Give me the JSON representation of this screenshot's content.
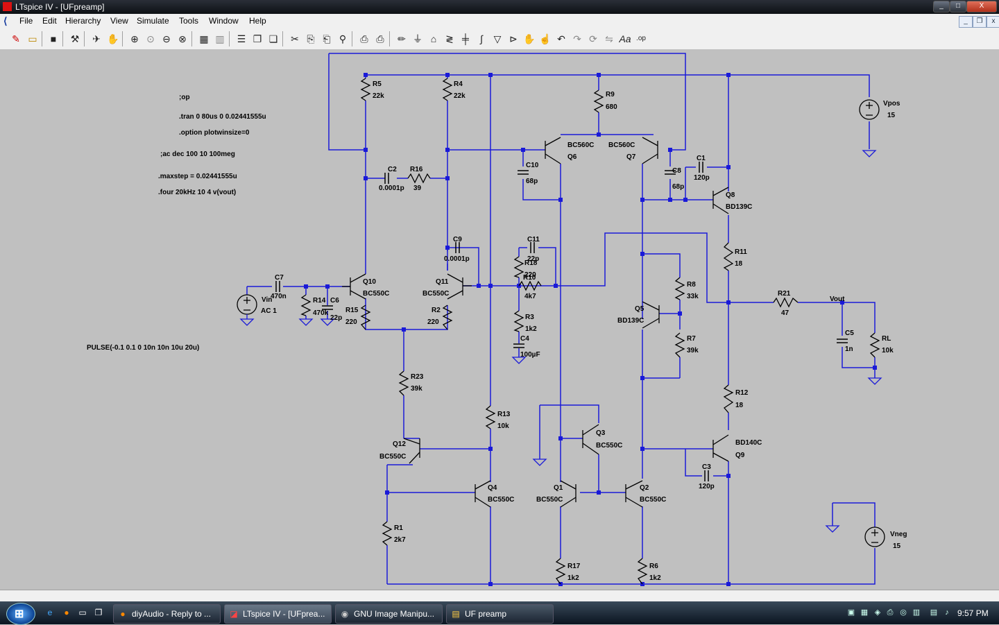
{
  "window": {
    "title": "LTspice IV - [UFpreamp]",
    "min": "_",
    "max": "□",
    "close": "X"
  },
  "menu": {
    "items": [
      "File",
      "Edit",
      "Hierarchy",
      "View",
      "Simulate",
      "Tools",
      "Window",
      "Help"
    ],
    "mdi_min": "_",
    "mdi_restore": "❐",
    "mdi_close": "x"
  },
  "toolbar": {
    "icons": [
      "new-schematic",
      "open",
      "save",
      "control-panel",
      "run",
      "pan",
      "zoom-in",
      "zoom-area",
      "zoom-out",
      "zoom-fit",
      "autorange",
      "dc-op",
      "tile-horizontal",
      "tile-vertical",
      "cascade",
      "cut",
      "copy",
      "paste",
      "find",
      "print-preview",
      "print",
      "draw-wire",
      "ground",
      "label-net",
      "resistor",
      "capacitor",
      "inductor",
      "diode",
      "component",
      "move",
      "drag",
      "undo",
      "redo",
      "rotate",
      "mirror",
      "text",
      "spice-directive"
    ]
  },
  "schematic": {
    "directives": [
      ";op",
      ".tran 0 80us 0 0.02441555u",
      ".option plotwinsize=0",
      ";ac dec 100 10 100meg",
      ".maxstep = 0.02441555u",
      ".four 20kHz 10 4 v(vout)",
      "PULSE(-0.1 0.1 0 10n 10n 10u 20u)"
    ],
    "labels": {
      "R5": "R5",
      "R5v": "22k",
      "R4": "R4",
      "R4v": "22k",
      "R9": "R9",
      "R9v": "680",
      "Vpos": "Vpos",
      "Vposv": "15",
      "BC560C_6": "BC560C",
      "Q6": "Q6",
      "BC560C_7": "BC560C",
      "Q7": "Q7",
      "C2": "C2",
      "C2v": "0.0001p",
      "R16": "R16",
      "R16v": "39",
      "C10": "C10",
      "C10v": "68p",
      "C8": "C8",
      "C8v": "68p",
      "C1": "C1",
      "C1v": "120p",
      "Q8": "Q8",
      "Q8m": "BD139C",
      "C9": "C9",
      "C9v": "0.0001p",
      "C11": "C11",
      "C11v": "22p",
      "R18": "R18",
      "R18v": "220",
      "R10": "R10",
      "R10v": "4k7",
      "R11": "R11",
      "R11v": "18",
      "C7": "C7",
      "C7v": "470n",
      "Vin": "Vin",
      "Vinv": "AC 1",
      "R14": "R14",
      "R14v": "470k",
      "C6": "C6",
      "C6v": "22p",
      "Q10": "Q10",
      "Q10m": "BC550C",
      "R15": "R15",
      "R15v": "220",
      "Q11": "Q11",
      "Q11m": "BC550C",
      "R2": "R2",
      "R2v": "220",
      "R3": "R3",
      "R3v": "1k2",
      "C4": "C4",
      "C4v": "100µF",
      "R8": "R8",
      "R8v": "33k",
      "Q5": "Q5",
      "Q5m": "BD139C",
      "R21": "R21",
      "R21v": "47",
      "Vout": "Vout",
      "C5": "C5",
      "C5v": "1n",
      "RL": "RL",
      "RLv": "10k",
      "R7": "R7",
      "R7v": "39k",
      "R23": "R23",
      "R23v": "39k",
      "R13": "R13",
      "R13v": "10k",
      "Q3": "Q3",
      "Q3m": "BC550C",
      "R12": "R12",
      "R12v": "18",
      "Q12": "Q12",
      "Q12m": "BC550C",
      "BD140C": "BD140C",
      "Q9": "Q9",
      "C3": "C3",
      "C3v": "120p",
      "Q4": "Q4",
      "Q4m": "BC550C",
      "Q1": "Q1",
      "Q1m": "BC550C",
      "Q2": "Q2",
      "Q2m": "BC550C",
      "R1": "R1",
      "R1v": "2k7",
      "Vneg": "Vneg",
      "Vnegv": "15",
      "R17": "R17",
      "R17v": "1k2",
      "R6": "R6",
      "R6v": "1k2"
    }
  },
  "taskbar": {
    "tasks": [
      "diyAudio - Reply to ...",
      "LTspice IV - [UFprea...",
      "GNU Image Manipu...",
      "UF preamp"
    ],
    "clock": "9:57 PM"
  },
  "colors": {
    "wire": "#1a1ad8",
    "component": "#000000",
    "canvas": "#c0c0c0"
  }
}
